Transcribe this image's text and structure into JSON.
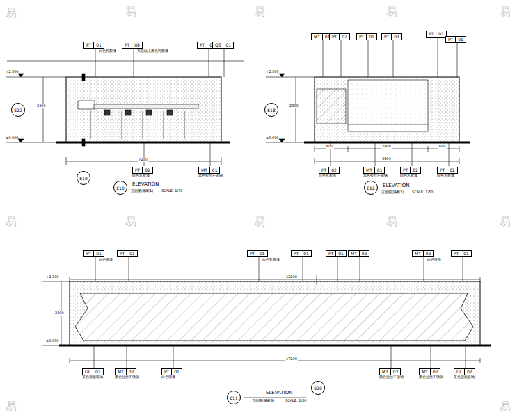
{
  "diagram": {
    "nodes": [
      {
        "text": [
          "PT",
          "01"
        ]
      },
      {
        "text": [
          "PT",
          "08"
        ]
      },
      {
        "text": [
          "PT",
          "01"
        ]
      },
      {
        "text": [
          "GS",
          "01"
        ]
      },
      {
        "text": [
          "PT",
          "02"
        ]
      },
      {
        "text": [
          "MT",
          "01"
        ]
      },
      {
        "text": [
          "E10"
        ]
      },
      {
        "text": [
          "E22"
        ]
      },
      {
        "text": [
          "E19"
        ]
      },
      {
        "text": [
          "MT",
          "01"
        ]
      },
      {
        "text": [
          "PT",
          "02"
        ]
      },
      {
        "text": [
          "PT",
          "01"
        ]
      },
      {
        "text": [
          "PT",
          "03"
        ]
      },
      {
        "text": [
          "PT",
          "01"
        ]
      },
      {
        "text": [
          "PT",
          "01"
        ]
      },
      {
        "text": [
          "PT",
          "02"
        ]
      },
      {
        "text": [
          "MT",
          "01"
        ]
      },
      {
        "text": [
          "PT",
          "02"
        ]
      },
      {
        "text": [
          "PT",
          "02"
        ]
      },
      {
        "text": [
          "E12"
        ]
      },
      {
        "text": [
          "E18"
        ]
      },
      {
        "text": [
          "PT",
          "01"
        ]
      },
      {
        "text": [
          "PT",
          "01"
        ]
      },
      {
        "text": [
          "PT",
          "05"
        ]
      },
      {
        "text": [
          "PT",
          "01"
        ]
      },
      {
        "text": [
          "PT",
          "01"
        ]
      },
      {
        "text": [
          "MT",
          "02"
        ]
      },
      {
        "text": [
          "MT",
          "02"
        ]
      },
      {
        "text": [
          "PT",
          "01"
        ]
      },
      {
        "text": [
          "GL",
          "02"
        ]
      },
      {
        "text": [
          "MT",
          "02"
        ]
      },
      {
        "text": [
          "PT",
          "01"
        ]
      },
      {
        "text": [
          "MT",
          "02"
        ]
      },
      {
        "text": [
          "MT",
          "02"
        ]
      },
      {
        "text": [
          "GL",
          "02"
        ]
      },
      {
        "text": [
          "E11"
        ]
      },
      {
        "text": [
          "E20"
        ]
      }
    ],
    "labels": [
      "ELEVATION",
      "立面图(隔断1)",
      "SCALE: 1/50",
      "ELEVATION",
      "立面图(隔断2)",
      "SCALE: 1/50",
      "ELEVATION",
      "立面图(隔断3)",
      "SCALE: 1/50",
      "7200",
      "2300",
      "+2.300",
      "±0.000",
      "+2.300",
      "±0.000",
      "2300",
      "+2.300",
      "±0.000",
      "2300",
      "12200",
      "17200",
      "600",
      "2400",
      "600",
      "5400",
      "白色乳胶漆",
      "天花以上黑色乳胶漆",
      "白色乳胶漆",
      "黑色拉丝不锈钢",
      "白色乳胶漆",
      "黑色拉丝不锈钢",
      "白色乳胶漆",
      "白色乳胶漆",
      "茶色镜面玻璃",
      "黑色拉丝不锈钢",
      "白色喷漆",
      "黑色拉丝不锈钢",
      "黑色拉丝不锈钢",
      "茶色镜面玻璃",
      "白色喷漆",
      "白色乳胶漆",
      "白色喷漆",
      "易",
      "易",
      "易",
      "易",
      "易",
      "易",
      "易",
      "易",
      "易",
      "易",
      "易",
      "易"
    ]
  }
}
